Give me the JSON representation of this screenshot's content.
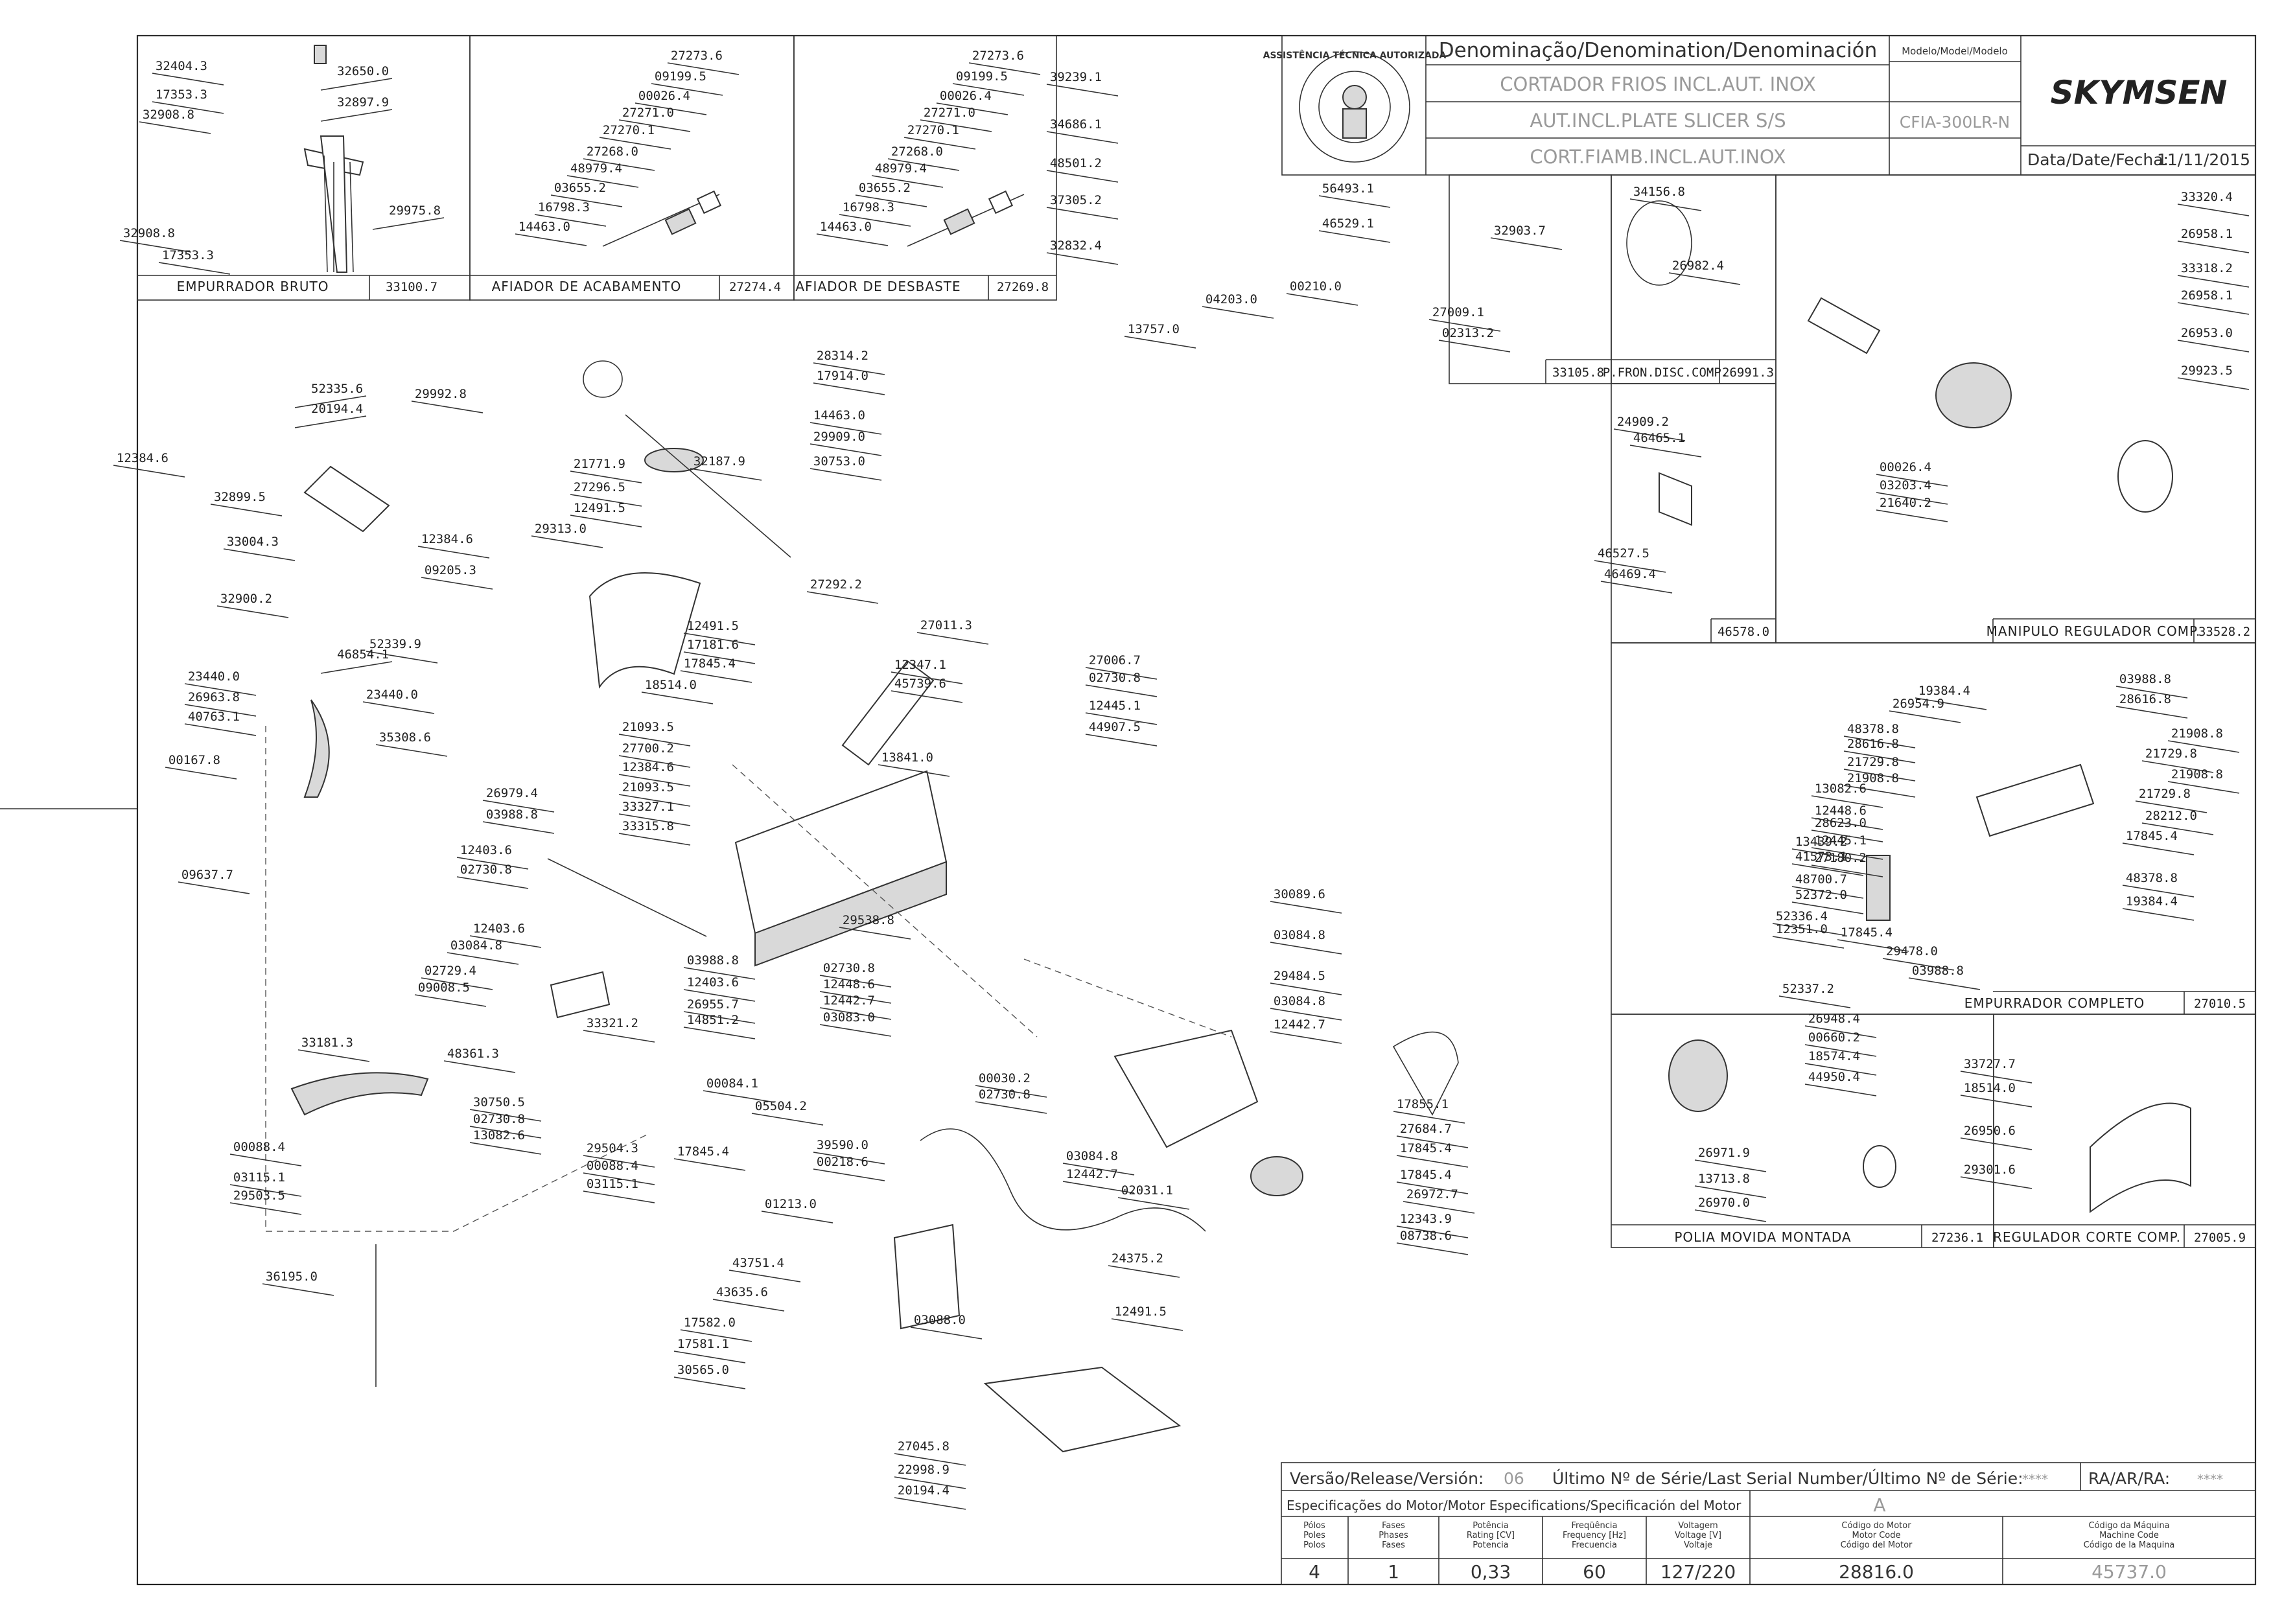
{
  "title_block": {
    "denomination_header": "Denominação/Denomination/Denominación",
    "model_header": "Modelo/Model/Modelo",
    "name_pt": "CORTADOR FRIOS INCL.AUT. INOX",
    "name_en": "AUT.INCL.PLATE SLICER S/S",
    "name_es": "CORT.FIAMB.INCL.AUT.INOX",
    "model": "CFIA-300LR-N",
    "brand": "SKYMSEN",
    "date_label": "Data/Date/Fecha:",
    "date": "11/11/2015",
    "stamp_text": "ASSISTÊNCIA TÉCNICA AUTORIZADA"
  },
  "bottom_block": {
    "version_label": "Versão/Release/Versión:",
    "version": "06",
    "serial_label": "Último Nº de Série/Last Serial Number/Último Nº de Série:",
    "serial": "****",
    "ra_label": "RA/AR/RA:",
    "ra": "****",
    "motor_spec_label": "Especificações do Motor/Motor Especifications/Specificación del Motor",
    "motor_spec_value": "A",
    "columns": [
      {
        "label": [
          "Pólos",
          "Poles",
          "Polos"
        ],
        "value": "4"
      },
      {
        "label": [
          "Fases",
          "Phases",
          "Fases"
        ],
        "value": "1"
      },
      {
        "label": [
          "Potência",
          "Rating [CV]",
          "Potencia"
        ],
        "value": "0,33"
      },
      {
        "label": [
          "Freqüência",
          "Frequency [Hz]",
          "Frecuencia"
        ],
        "value": "60"
      },
      {
        "label": [
          "Voltagem",
          "Voltage [V]",
          "Voltaje"
        ],
        "value": "127/220"
      },
      {
        "label": [
          "Código do Motor",
          "Motor Code",
          "Código del Motor"
        ],
        "value": "28816.0"
      },
      {
        "label": [
          "Código da Máquina",
          "Machine Code",
          "Código de la Maquina"
        ],
        "value": "45737.0"
      }
    ]
  },
  "captions": {
    "empurrador_bruto": "EMPURRADOR BRUTO",
    "empurrador_bruto_code": "33100.7",
    "afiador_acabamento": "AFIADOR DE ACABAMENTO",
    "afiador_acabamento_code": "27274.4",
    "afiador_desbaste": "AFIADOR DE DESBASTE",
    "afiador_desbaste_code": "27269.8",
    "box_33105": "33105.8",
    "pfron": "P.FRON.DISC.COMP.",
    "pfron_code": "26991.3",
    "box_46578": "46578.0",
    "manipulo": "MANIPULO REGULADOR COMP.",
    "manipulo_code": "33528.2",
    "empurrador_completo": "EMPURRADOR COMPLETO",
    "empurrador_completo_code": "27010.5",
    "polia": "POLIA MOVIDA MONTADA",
    "polia_code": "27236.1",
    "regulador": "REGULADOR CORTE COMP.",
    "regulador_code": "27005.9"
  },
  "callouts": {
    "bruto": [
      "32404.3",
      "32650.0",
      "17353.3",
      "32897.9",
      "32908.8",
      "32908.8",
      "29975.8",
      "17353.3"
    ],
    "acab": [
      "27273.6",
      "09199.5",
      "00026.4",
      "27271.0",
      "27270.1",
      "27268.0",
      "48979.4",
      "03655.2",
      "16798.3",
      "14463.0"
    ],
    "desb": [
      "27273.6",
      "09199.5",
      "00026.4",
      "27271.0",
      "27270.1",
      "27268.0",
      "48979.4",
      "03655.2",
      "16798.3",
      "14463.0"
    ],
    "labels_col": [
      "39239.1",
      "34686.1",
      "48501.2",
      "37305.2",
      "32832.4",
      "13757.0"
    ],
    "mid_top": [
      "56493.1",
      "46529.1",
      "04203.0",
      "00210.0"
    ],
    "box_33105_parts": [
      "32903.7",
      "27009.1",
      "02313.2"
    ],
    "box_26991_parts": [
      "34156.8",
      "26982.4"
    ],
    "box_46578_parts": [
      "24909.2",
      "46465.1",
      "46527.5",
      "46469.4"
    ],
    "manipulo_parts": [
      "33320.4",
      "26958.1",
      "33318.2",
      "26958.1",
      "26953.0",
      "29923.5",
      "00026.4",
      "03203.4",
      "21640.2"
    ],
    "empc_left": [
      "19384.4",
      "26954.9",
      "48378.8",
      "28616.8",
      "21729.8",
      "21908.8",
      "13082.6",
      "12448.6",
      "28623.0",
      "12445.1",
      "27180.2",
      "13439.2",
      "41573.1",
      "48700.7",
      "52372.0",
      "52336.4",
      "12351.0"
    ],
    "empc_right": [
      "03988.8",
      "28616.8",
      "21908.8",
      "21729.8",
      "21908.8",
      "21729.8",
      "28212.0",
      "17845.4",
      "48378.8",
      "19384.4"
    ],
    "empc_bottom": [
      "17845.4",
      "29478.0",
      "03988.8",
      "52337.2"
    ],
    "polia_parts": [
      "26948.4",
      "00660.2",
      "18574.4",
      "44950.4",
      "26971.9",
      "13713.8",
      "26970.0"
    ],
    "regulador_parts": [
      "33727.7",
      "18514.0",
      "26950.6",
      "29301.6"
    ],
    "main_left": [
      "52335.6",
      "20194.4",
      "29992.8",
      "12384.6",
      "32899.5",
      "33004.3",
      "12384.6",
      "09205.3",
      "32900.2",
      "52339.9",
      "46854.1",
      "23440.0",
      "23440.0",
      "26963.8",
      "40763.1",
      "35308.6",
      "00167.8",
      "09637.7"
    ],
    "main_center": [
      "28314.2",
      "17914.0",
      "14463.0",
      "29909.0",
      "21771.9",
      "30753.0",
      "32187.9",
      "27296.5",
      "12491.5",
      "29313.0",
      "27292.2",
      "27011.3",
      "12491.5",
      "17181.6",
      "17845.4",
      "12347.1",
      "45739.6",
      "18514.0",
      "27006.7",
      "02730.8",
      "12445.1",
      "44907.5",
      "21093.5",
      "27700.2",
      "12384.6",
      "21093.5",
      "13841.0",
      "33327.1",
      "33315.8",
      "29538.8"
    ],
    "main_shaft": [
      "26979.4",
      "03988.8",
      "12403.6",
      "02730.8",
      "03988.8",
      "12403.6",
      "26955.7",
      "02730.8",
      "12448.6",
      "12442.7",
      "03083.0"
    ],
    "main_lower": [
      "12403.6",
      "03084.8",
      "02729.4",
      "09008.5",
      "48361.3",
      "33321.2",
      "14851.2",
      "00084.1",
      "33181.3",
      "00088.4",
      "03115.1",
      "29503.5",
      "30750.5",
      "02730.8",
      "13082.6",
      "29504.3",
      "00088.4",
      "03115.1",
      "17845.4"
    ],
    "motor": [
      "30089.6",
      "03084.8",
      "29484.5",
      "03084.8",
      "12442.7",
      "00030.2",
      "02730.8",
      "03084.8",
      "12442.7",
      "17855.1",
      "27684.7",
      "17845.4",
      "17845.4",
      "26972.7",
      "12343.9",
      "08738.6",
      "02031.1",
      "24375.2",
      "12491.5"
    ],
    "cable": [
      "05504.2",
      "39590.0",
      "00218.6",
      "01213.0",
      "36195.0"
    ],
    "board": [
      "43751.4",
      "43635.6",
      "03088.0",
      "17582.0",
      "17581.1",
      "30565.0"
    ],
    "plate": [
      "27045.8",
      "22998.9",
      "20194.4"
    ]
  }
}
